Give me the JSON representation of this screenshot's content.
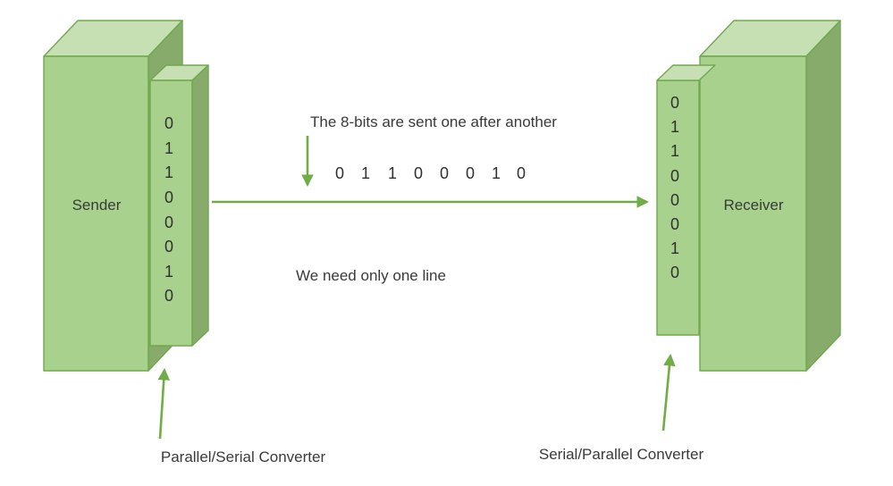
{
  "diagram": {
    "colors": {
      "box_front": "#a9d18e",
      "box_top": "#c6e0b4",
      "box_side": "#87ab6a",
      "box_border": "#70a84c",
      "arrow": "#70ad47",
      "text": "#3a3a3a"
    },
    "sender": {
      "label": "Sender",
      "bits": [
        "0",
        "1",
        "1",
        "0",
        "0",
        "0",
        "1",
        "0"
      ],
      "converter_label": "Parallel/Serial Converter"
    },
    "receiver": {
      "label": "Receiver",
      "bits": [
        "0",
        "1",
        "1",
        "0",
        "0",
        "0",
        "1",
        "0"
      ],
      "converter_label": "Serial/Parallel Converter"
    },
    "transmission": {
      "note_top": "The 8-bits are sent one after another",
      "note_bottom": "We need only one line",
      "bits": [
        "0",
        "1",
        "1",
        "0",
        "0",
        "0",
        "1",
        "0"
      ]
    }
  }
}
